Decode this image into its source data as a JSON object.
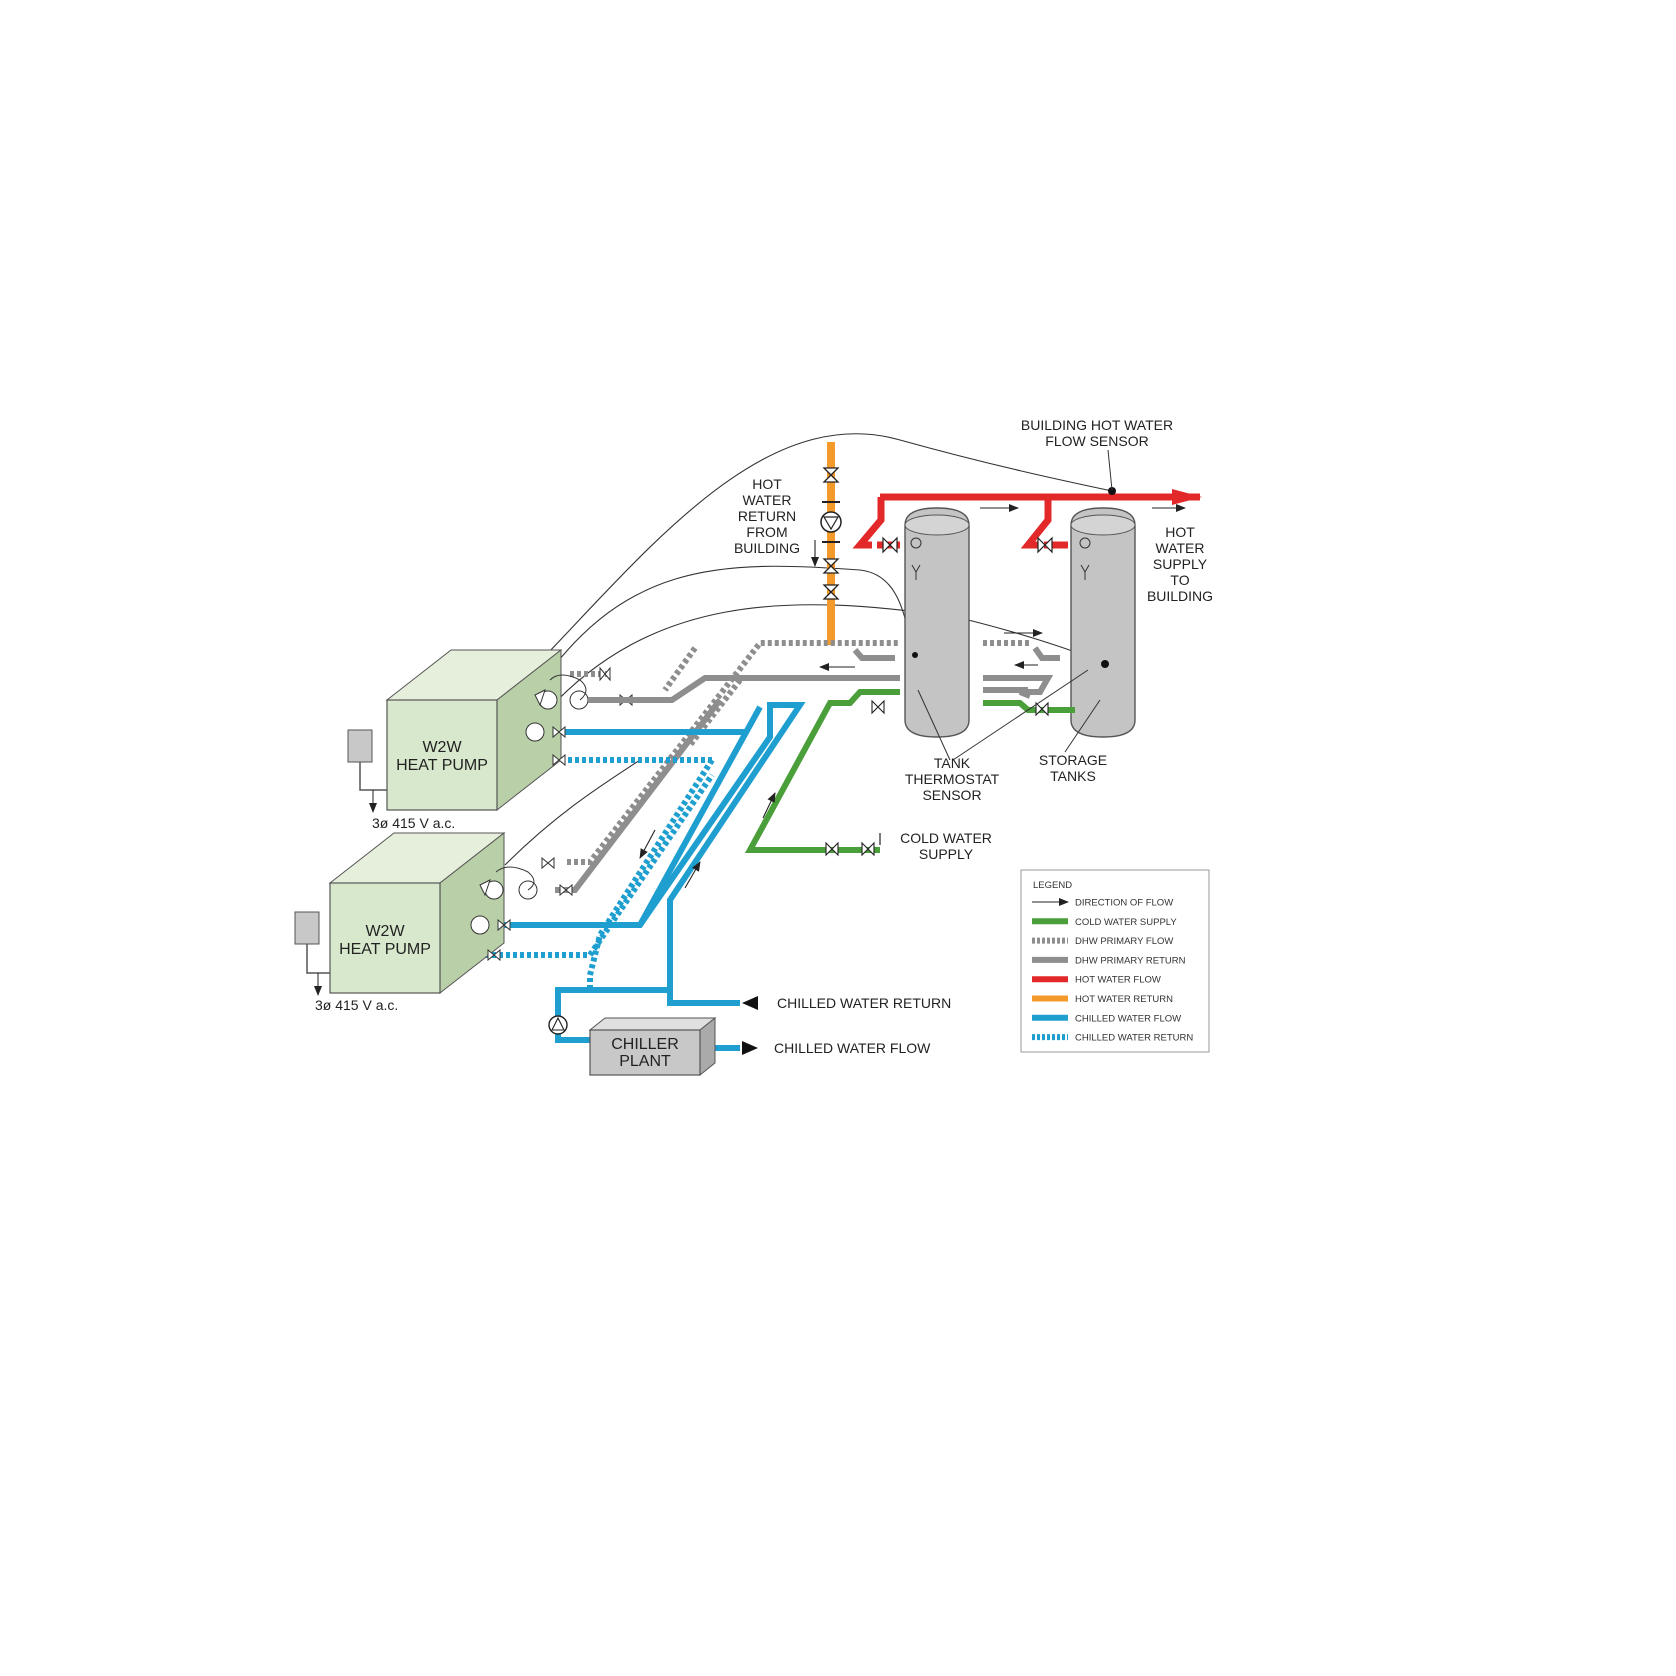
{
  "colors": {
    "cold_water_supply": "#4b9f3a",
    "dhw_primary": "#8e8e8e",
    "hot_water_flow": "#e3282a",
    "hot_water_return": "#f39a2b",
    "chilled_water": "#1f9fd0",
    "heat_pump_fill": "#d8e8cc",
    "tank_fill": "#c4c4c4",
    "chiller_fill": "#c8c8c8"
  },
  "labels": {
    "building_sensor_line1": "BUILDING HOT WATER",
    "building_sensor_line2": "FLOW SENSOR",
    "hw_return_1": "HOT",
    "hw_return_2": "WATER",
    "hw_return_3": "RETURN",
    "hw_return_4": "FROM",
    "hw_return_5": "BUILDING",
    "hw_supply_1": "HOT",
    "hw_supply_2": "WATER",
    "hw_supply_3": "SUPPLY",
    "hw_supply_4": "TO",
    "hw_supply_5": "BUILDING",
    "thermostat_1": "TANK",
    "thermostat_2": "THERMOSTAT",
    "thermostat_3": "SENSOR",
    "storage_1": "STORAGE",
    "storage_2": "TANKS",
    "cold_water_1": "COLD WATER",
    "cold_water_2": "SUPPLY",
    "heat_pump_1_line1": "W2W",
    "heat_pump_1_line2": "HEAT PUMP",
    "heat_pump_2_line1": "W2W",
    "heat_pump_2_line2": "HEAT PUMP",
    "power_1": "3ø 415 V a.c.",
    "power_2": "3ø 415 V a.c.",
    "chiller_line1": "CHILLER",
    "chiller_line2": "PLANT",
    "chilled_return": "CHILLED WATER RETURN",
    "chilled_flow": "CHILLED WATER FLOW"
  },
  "legend": {
    "title": "LEGEND",
    "items": [
      {
        "label": "DIRECTION OF FLOW",
        "style": "arrow"
      },
      {
        "label": "COLD WATER SUPPLY",
        "style": "cold_water_supply"
      },
      {
        "label": "DHW PRIMARY FLOW",
        "style": "dhw_primary_dashed"
      },
      {
        "label": "DHW PRIMARY RETURN",
        "style": "dhw_primary"
      },
      {
        "label": "HOT WATER FLOW",
        "style": "hot_water_flow"
      },
      {
        "label": "HOT WATER RETURN",
        "style": "hot_water_return"
      },
      {
        "label": "CHILLED WATER FLOW",
        "style": "chilled_water"
      },
      {
        "label": "CHILLED WATER RETURN",
        "style": "chilled_water_dashed"
      }
    ]
  }
}
